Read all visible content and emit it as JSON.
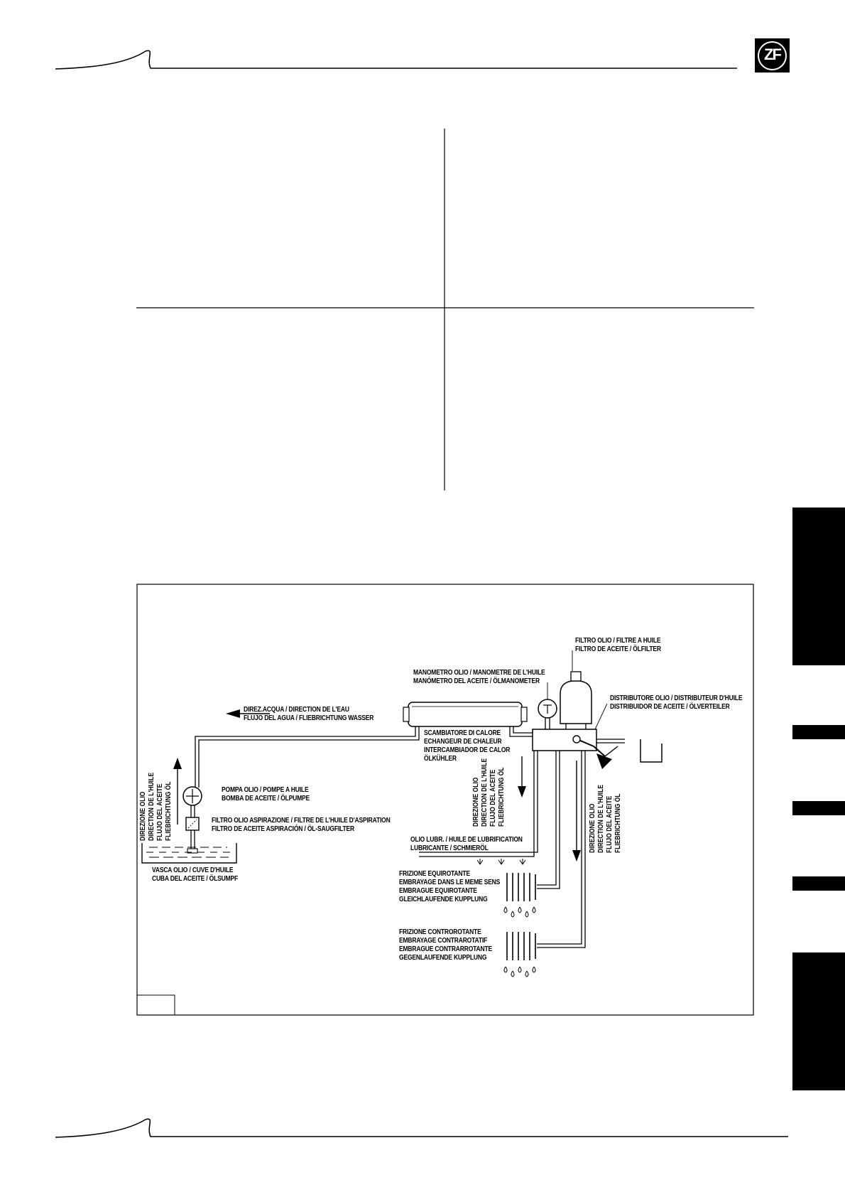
{
  "header": {
    "logo_text": "ZF"
  },
  "diagram": {
    "labels": {
      "filter_main": [
        "FILTRO OLIO / FILTRE A HUILE",
        "FILTRO DE ACEITE / ÖLFILTER"
      ],
      "manometer": [
        "MANOMETRO OLIO / MANOMETRE DE L'HUILE",
        "MANÓMETRO DEL ACEITE / ÖLMANOMETER"
      ],
      "distributor": [
        "DISTRIBUTORE OLIO / DISTRIBUTEUR D'HUILE",
        "DISTRIBUIDOR DE ACEITE / ÖLVERTEILER"
      ],
      "water_direction": [
        "DIREZ.ACQUA / DIRECTION DE L'EAU",
        "FLUJO DEL AGUA / FLIEBRICHTUNG WASSER"
      ],
      "heat_exchanger": [
        "SCAMBIATORE DI CALORE",
        "ECHANGEUR DE CHALEUR",
        "INTERCAMBIADOR DE CALOR",
        "ÖLKÜHLER"
      ],
      "pump": [
        "POMPA OLIO / POMPE A HUILE",
        "BOMBA DE ACEITE / ÖLPUMPE"
      ],
      "suction_filter": [
        "FILTRO OLIO ASPIRAZIONE / FILTRE DE L'HUILE D'ASPIRATION",
        "FILTRO DE ACEITE ASPIRACIÓN / ÖL-SAUGFILTER"
      ],
      "sump": [
        "VASCA OLIO / CUVE D'HUILE",
        "CUBA DEL ACEITE / ÖLSUMPF"
      ],
      "lube_oil": [
        "OLIO LUBR. / HUILE DE LUBRIFICATION",
        "LUBRICANTE / SCHMIERÖL"
      ],
      "clutch_co": [
        "FRIZIONE EQUIROTANTE",
        "EMBRAYAGE DANS LE MEME SENS",
        "EMBRAGUE EQUIROTANTE",
        "GLEICHLAUFENDE KUPPLUNG"
      ],
      "clutch_counter": [
        "FRIZIONE CONTROROTANTE",
        "EMBRAYAGE CONTRAROTATIF",
        "EMBRAGUE CONTRARROTANTE",
        "GEGENLAUFENDE KUPPLUNG"
      ],
      "oil_direction": [
        "DIREZIONE OLIO",
        "DIRECTION DE L'HUILE",
        "FLUJO DEL ACEITE",
        "FLIEBRICHTUNG ÖL"
      ]
    }
  }
}
